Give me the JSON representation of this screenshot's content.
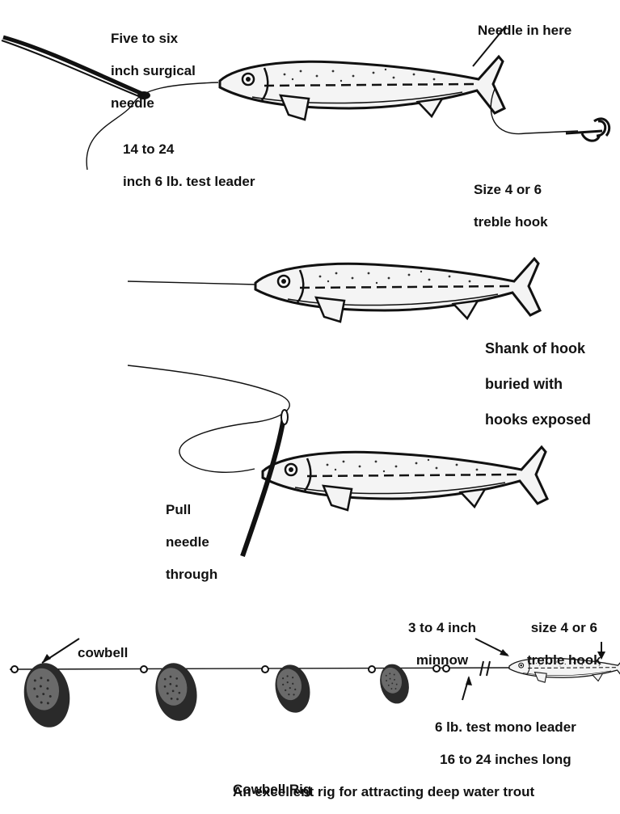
{
  "panel1": {
    "needle_label": [
      "Five to six",
      "inch surgical",
      "needle"
    ],
    "needle_in_label": "Needle in here",
    "leader_label": [
      "14 to 24",
      "inch  6  lb. test leader"
    ],
    "hook_label": [
      "Size 4 or 6",
      "treble hook"
    ]
  },
  "panel2": {
    "shank_label": [
      "Shank of hook",
      "buried with",
      "hooks exposed"
    ]
  },
  "panel3": {
    "pull_label": [
      "Pull",
      "needle",
      "through"
    ]
  },
  "cowbell_rig": {
    "cowbell_label": "cowbell",
    "minnow_label": [
      "3 to 4 inch",
      "minnow"
    ],
    "treble_label": [
      "size 4 or 6",
      "treble hook"
    ],
    "leader_label": [
      "6 lb. test mono leader",
      "16 to 24 inches long"
    ],
    "caption_title": "Cowbell Rig",
    "caption_text": "An excellent rig for attracting deep water trout"
  }
}
